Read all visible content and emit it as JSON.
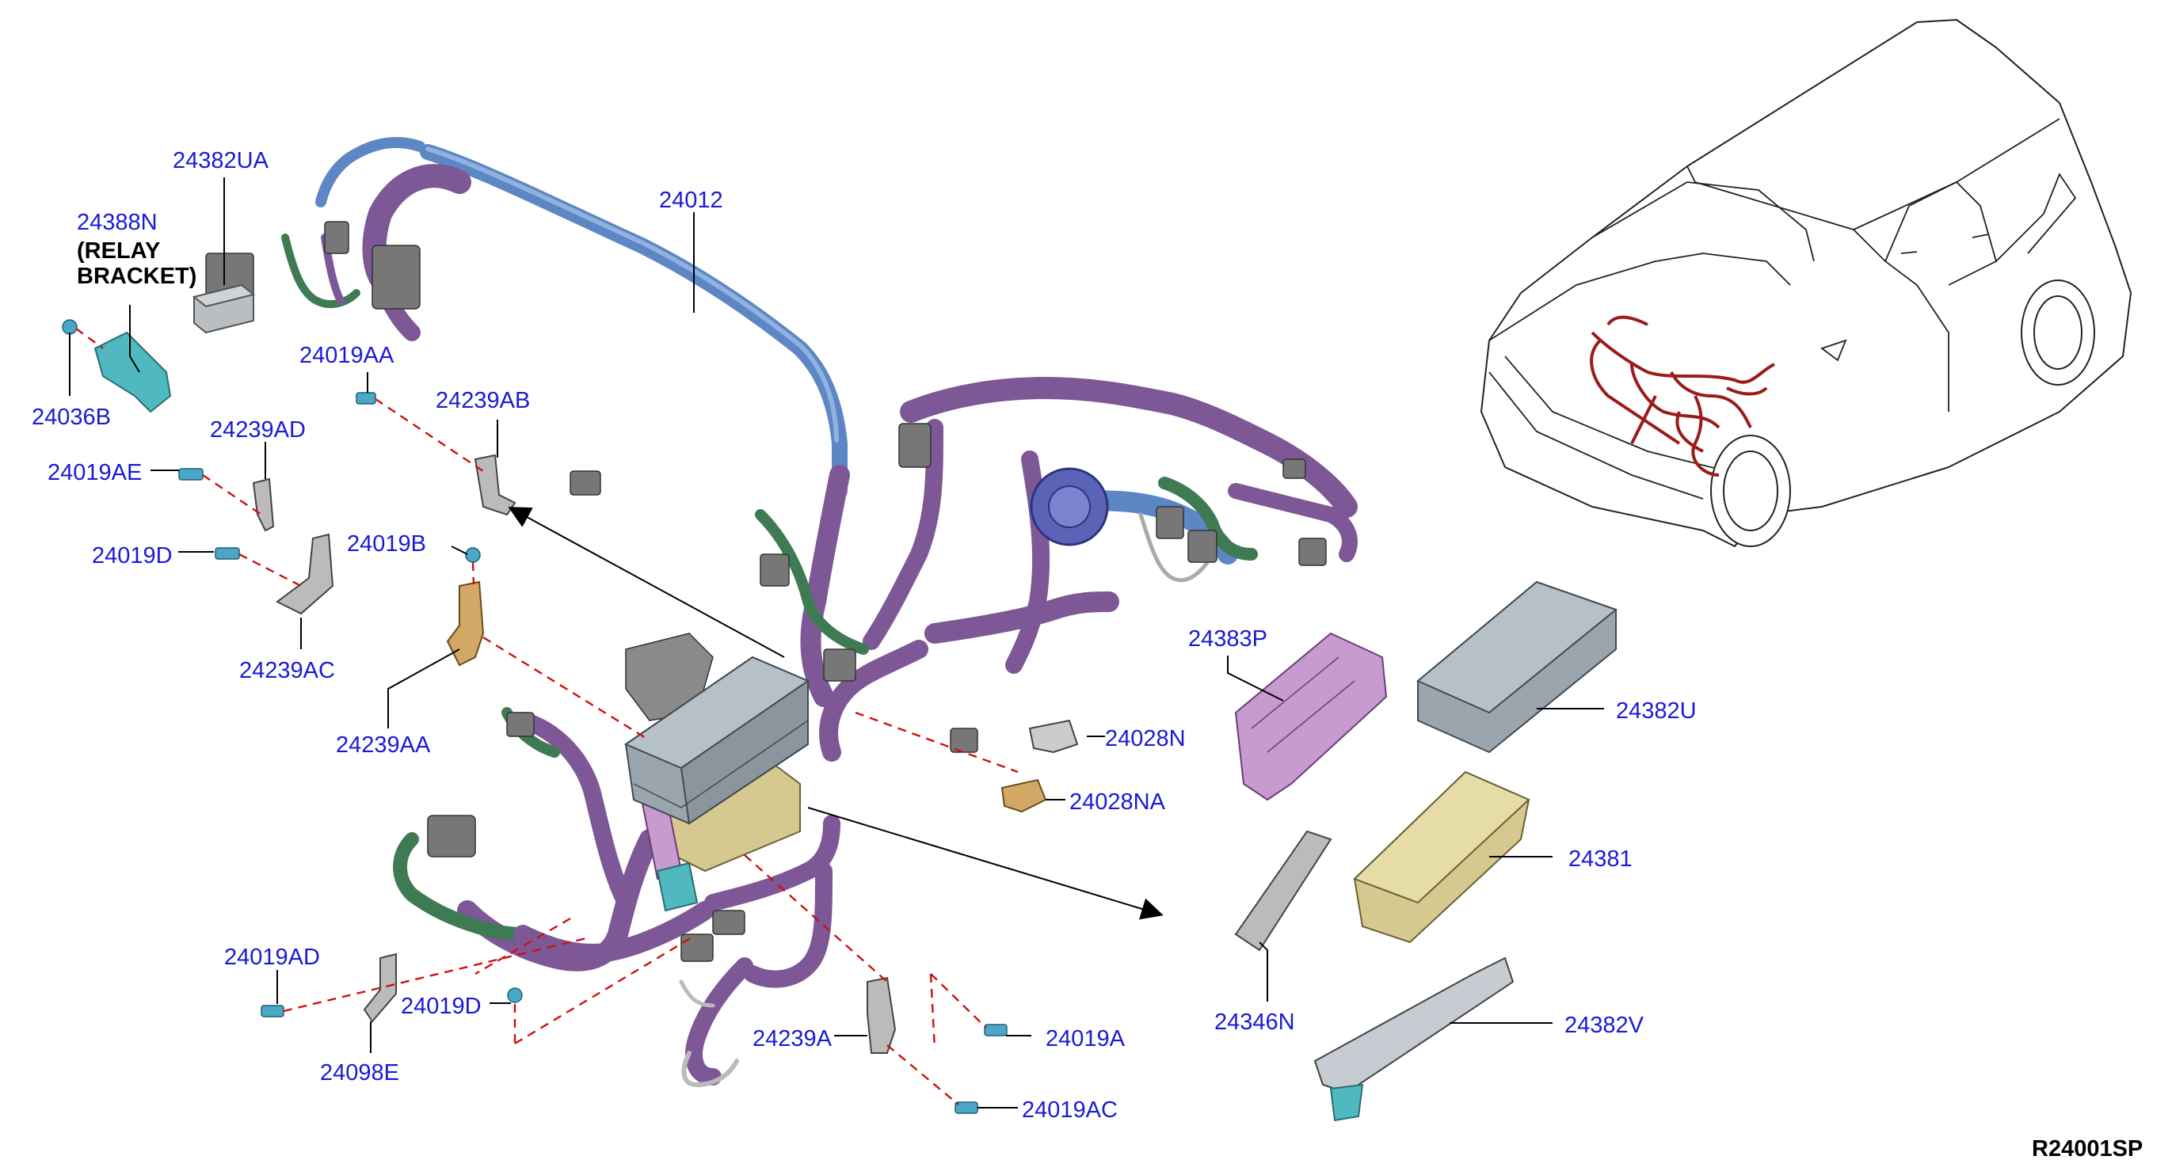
{
  "colors": {
    "label": "#1a1ad6",
    "harness_purple": "#7d5796",
    "harness_blue": "#5c86c4",
    "harness_green": "#3f7b52",
    "box_gray": "#9aa5ad",
    "box_tan": "#d6c98f",
    "box_magenta": "#c79ad0",
    "leader_dash": "#d01010",
    "car_harness": "#9b1b1b"
  },
  "labels": {
    "p24382UA": "24382UA",
    "p24388N": "24388N",
    "relay_bracket_line1": "(RELAY",
    "relay_bracket_line2": "BRACKET)",
    "p24036B": "24036B",
    "p24012": "24012",
    "p24019AA": "24019AA",
    "p24239AB": "24239AB",
    "p24239AD": "24239AD",
    "p24019AE": "24019AE",
    "p24019D_top": "24019D",
    "p24019B": "24019B",
    "p24239AC": "24239AC",
    "p24239AA": "24239AA",
    "p24028N": "24028N",
    "p24028NA": "24028NA",
    "p24383P": "24383P",
    "p24382U": "24382U",
    "p24381": "24381",
    "p24346N": "24346N",
    "p24382V": "24382V",
    "p24019AD": "24019AD",
    "p24019D_bottom": "24019D",
    "p24098E": "24098E",
    "p24239A": "24239A",
    "p24019A": "24019A",
    "p24019AC": "24019AC"
  },
  "diagram_code": "R24001SP",
  "icons": {
    "vehicle": "suv-outline-icon",
    "harness": "wiring-harness-icon",
    "bolt": "bolt-icon"
  }
}
